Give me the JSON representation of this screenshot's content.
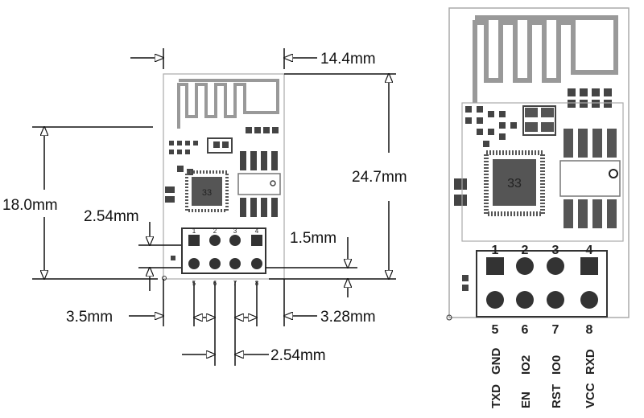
{
  "dimensions": {
    "width": "14.4mm",
    "length": "24.7mm",
    "antenna_offset": "18.0mm",
    "pitch_vertical": "2.54mm",
    "header_gap": "1.5mm",
    "left_margin": "3.5mm",
    "right_margin": "3.28mm",
    "pitch_horizontal": "2.54mm"
  },
  "left_view": {
    "chip_label": "33",
    "top_pin_numbers": [
      "1",
      "2",
      "3",
      "4"
    ],
    "bottom_pin_numbers": [
      "5",
      "6",
      "7",
      "8"
    ]
  },
  "right_view": {
    "chip_label": "33",
    "top_pin_numbers": [
      "1",
      "2",
      "3",
      "4"
    ],
    "bottom_pin_numbers": [
      "5",
      "6",
      "7",
      "8"
    ],
    "bottom_row_signals": [
      "GND",
      "IO2",
      "IO0",
      "RXD"
    ],
    "top_row_signals": [
      "TXD",
      "EN",
      "RST",
      "VCC"
    ]
  }
}
